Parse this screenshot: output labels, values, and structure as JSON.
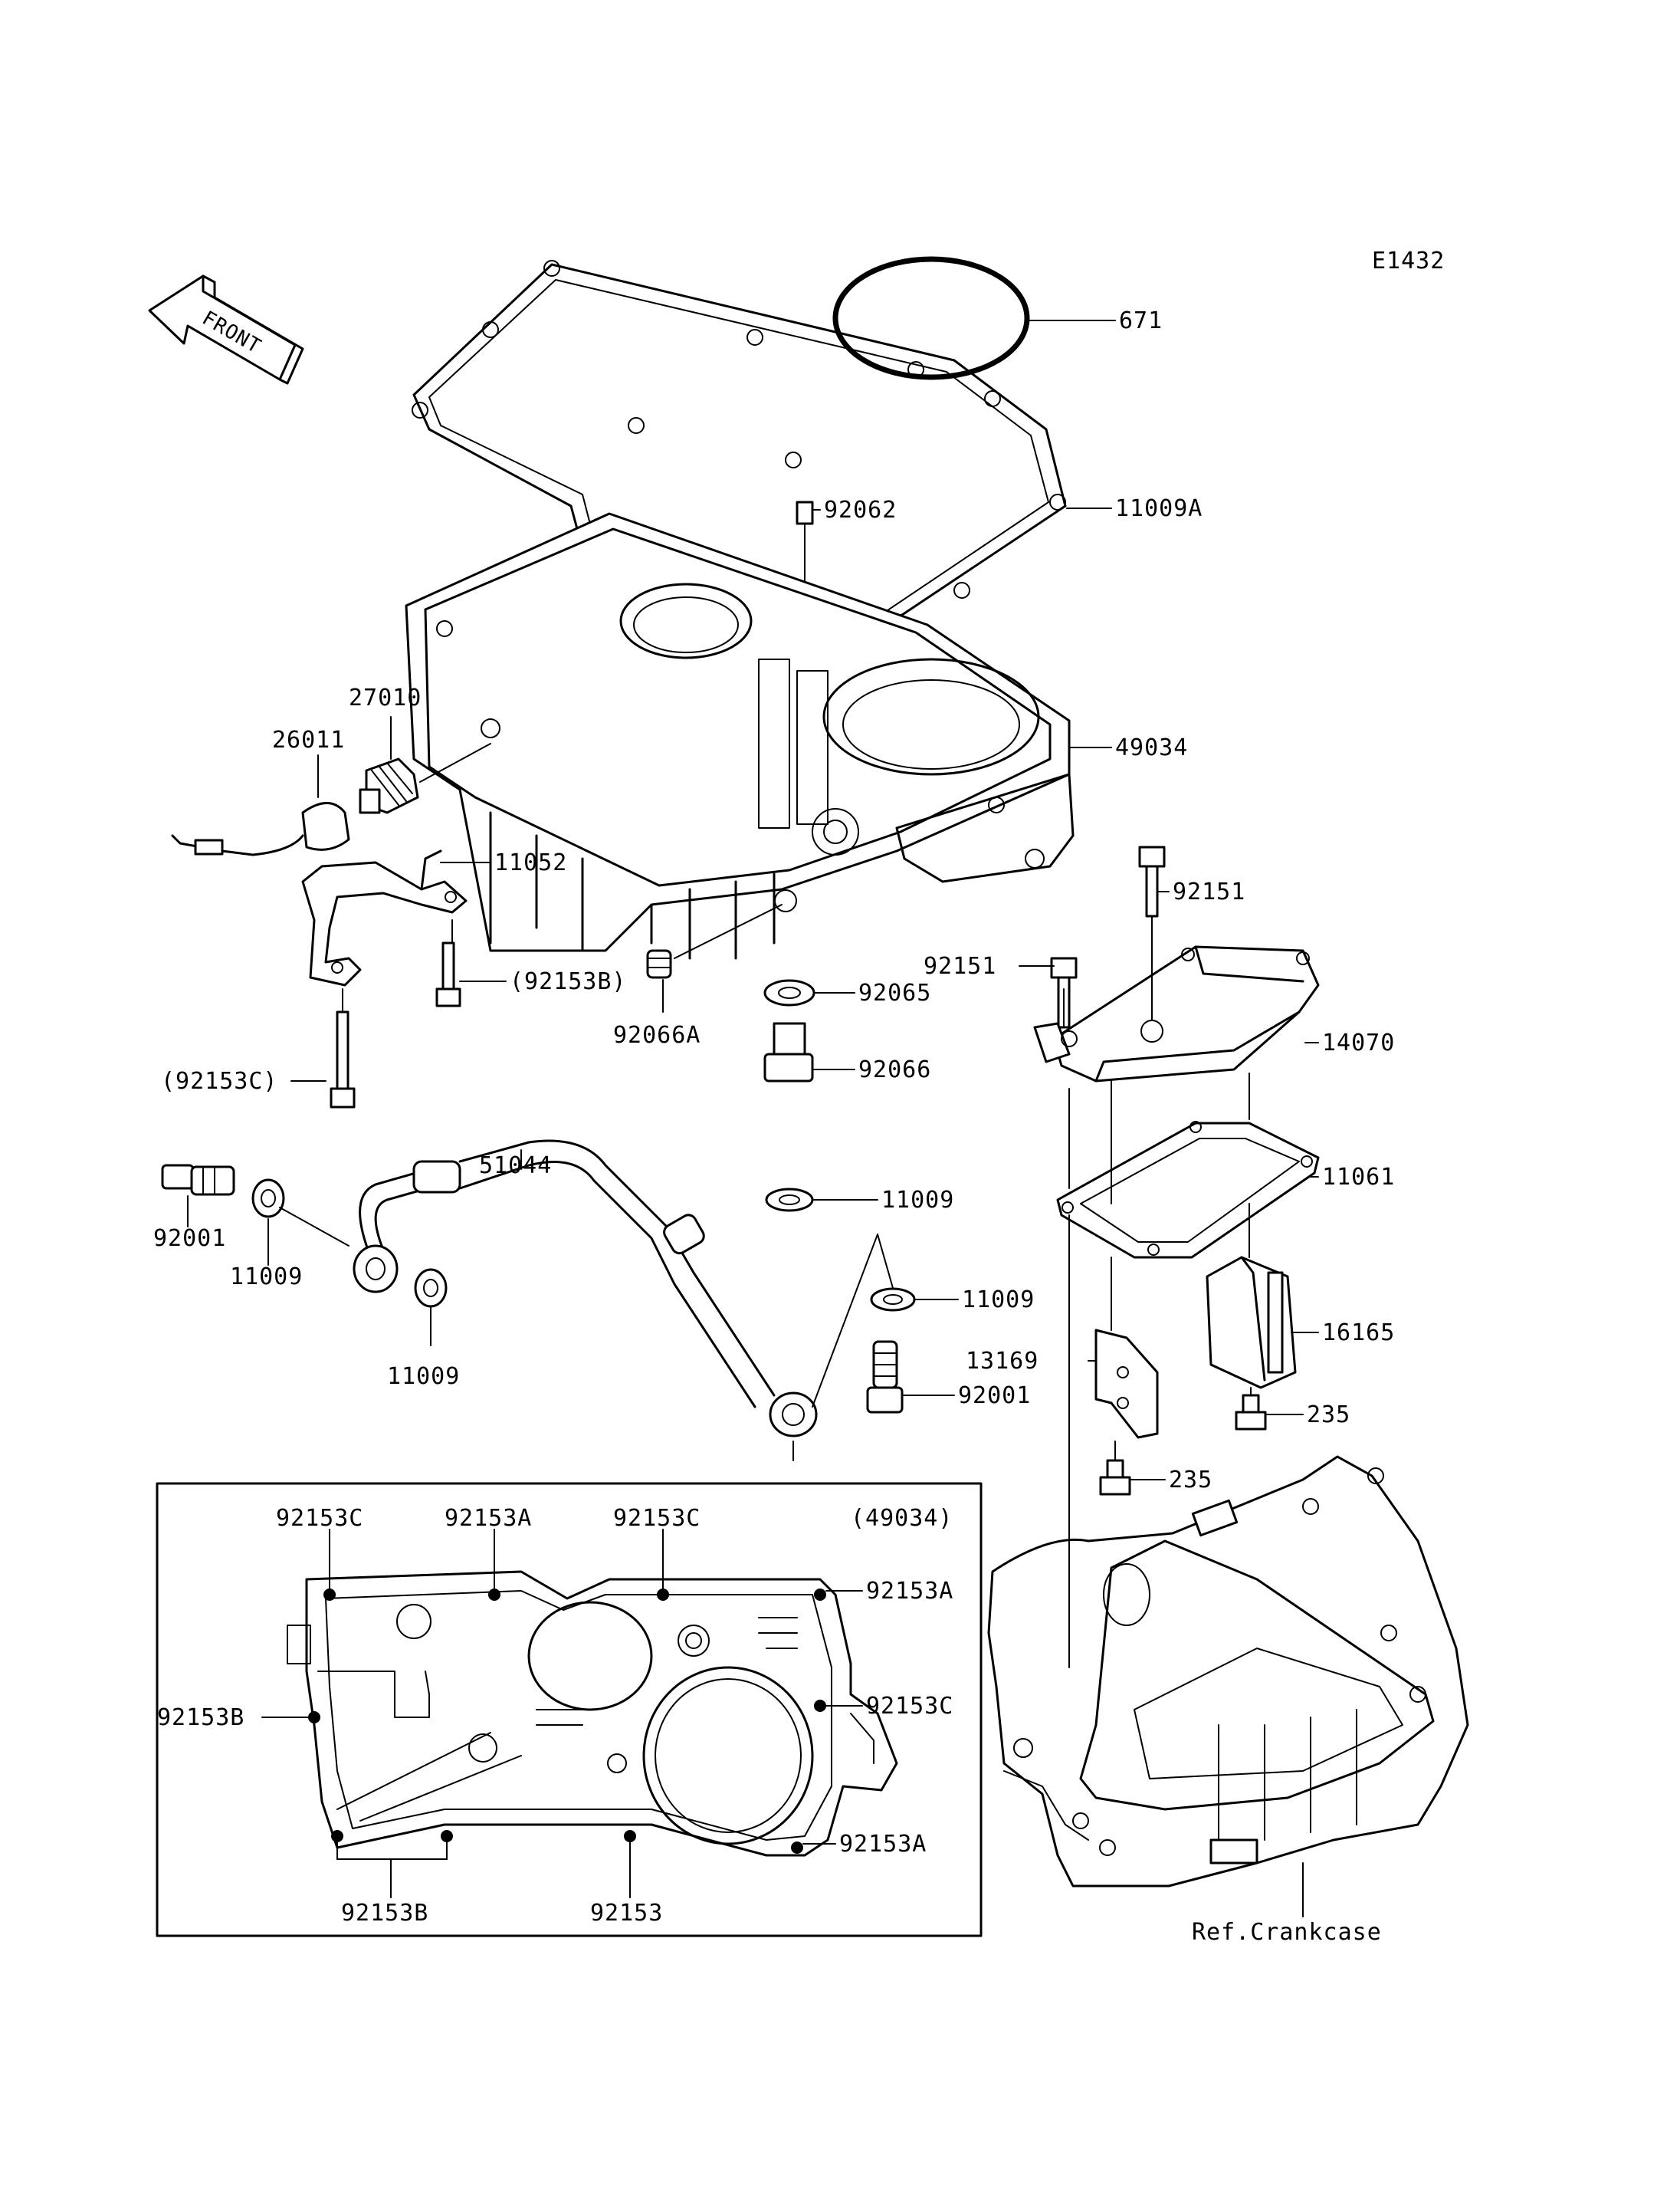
{
  "diagram_code": "E1432",
  "front_label": "FRONT",
  "callouts": {
    "p671": "671",
    "p11009A": "11009A",
    "p92062": "92062",
    "p49034": "49034",
    "p27010": "27010",
    "p26011": "26011",
    "p11052": "11052",
    "p92153B_ref": "(92153B)",
    "p92066A": "92066A",
    "p92065": "92065",
    "p92066": "92066",
    "p92153C_ref": "(92153C)",
    "p51044": "51044",
    "p92001_left": "92001",
    "p11009_a": "11009",
    "p11009_b": "11009",
    "p11009_c": "11009",
    "p11009_d": "11009",
    "p92151_top": "92151",
    "p92151_mid": "92151",
    "p14070": "14070",
    "p11061": "11061",
    "p16165": "16165",
    "p13169": "13169",
    "p92001_right": "92001",
    "p235_a": "235",
    "p235_b": "235",
    "ref_crankcase": "Ref.Crankcase"
  },
  "inset": {
    "title": "(49034)",
    "labels": {
      "c1": "92153C",
      "a1": "92153A",
      "c2": "92153C",
      "a2": "92153A",
      "b1": "92153B",
      "c3": "92153C",
      "a3": "92153A",
      "b2": "92153B",
      "plain": "92153"
    }
  }
}
